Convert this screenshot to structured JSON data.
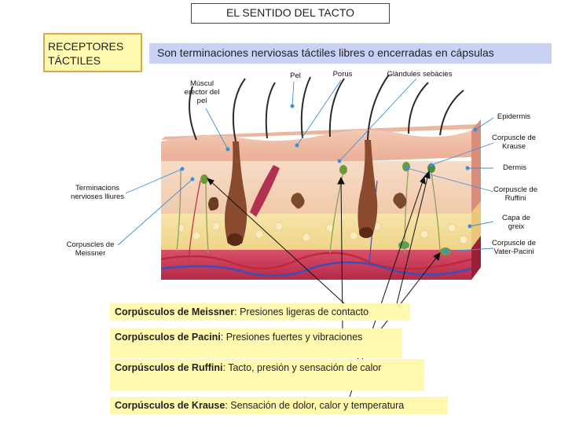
{
  "title": "EL SENTIDO DEL TACTO",
  "receptores_label": "RECEPTORES TÁCTILES",
  "definition": "Son terminaciones nerviosas táctiles libres o encerradas en cápsulas",
  "diagram_labels": {
    "musculo": "Múscul erector del pel",
    "pel": "Pel",
    "porus": "Porus",
    "glandules": "Glàndules sebàcies",
    "epidermis": "Epidermis",
    "krause": "Corpuscle de Krause",
    "dermis": "Dermis",
    "ruffini": "Corpuscle de Ruffini",
    "greix": "Capa de greix",
    "vater": "Corpuscle de Vater-Pacini",
    "terminacions": "Terminacions nervioses lliures",
    "meissner": "Corpuscles de Meissner"
  },
  "captions": {
    "meissner": {
      "name": "Corpúsculos de Meissner",
      "text": ": Presiones ligeras de contacto"
    },
    "pacini": {
      "name": "Corpúsculos de Pacini",
      "text": ": Presiones fuertes y vibraciones"
    },
    "ruffini": {
      "name": "Corpúsculos de Ruffini",
      "text": ": Tacto, presión y sensación de calor"
    },
    "krause": {
      "name": "Corpúsculos de Krause",
      "text": ": Sensación de dolor, calor y temperatura"
    }
  },
  "colors": {
    "title_border": "#444444",
    "receptores_bg": "#fff9b0",
    "receptores_border": "#d9a64a",
    "definition_bg": "#c9d2f4",
    "caption_bg": "#fff9b0",
    "leader_blue": "#3b8fd8"
  }
}
